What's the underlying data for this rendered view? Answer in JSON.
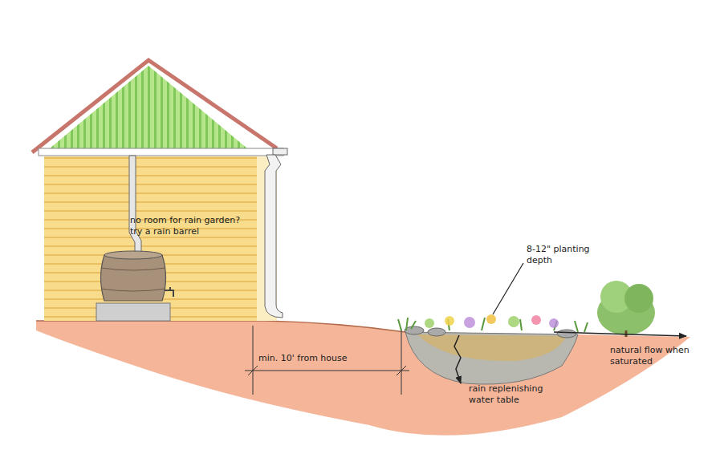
{
  "diagram": {
    "labels": [
      "no room for rain garden? try a rain barrel",
      "8-12\" planting depth",
      "min. 10' from house",
      "rain replenishing water table",
      "natural flow when saturated"
    ]
  }
}
